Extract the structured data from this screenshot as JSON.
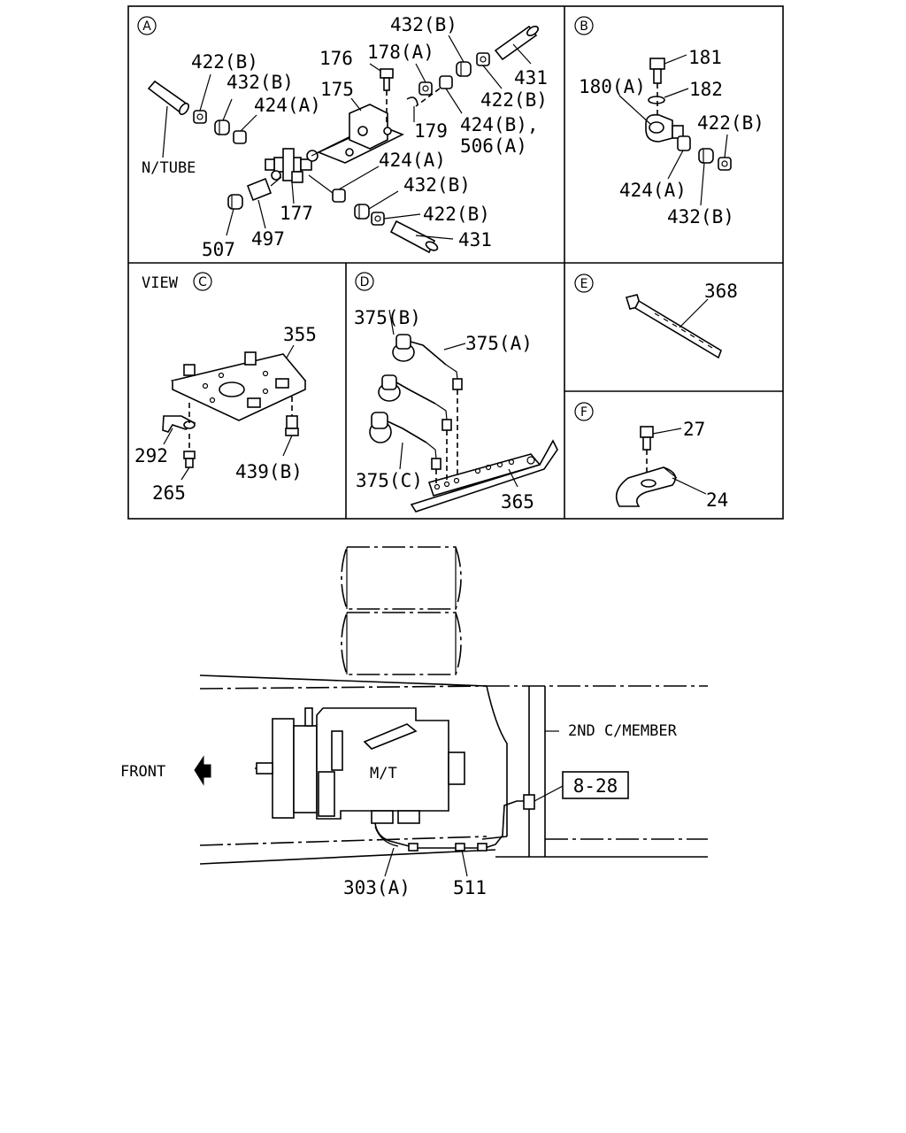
{
  "panels": {
    "a": {
      "letter": "A",
      "labels": {
        "l_432b_top": "432(B)",
        "l_178a": "178(A)",
        "l_176": "176",
        "l_431_top": "431",
        "l_422b_left": "422(B)",
        "l_432b_left": "432(B)",
        "l_175": "175",
        "l_422b_right": "422(B)",
        "l_424a_left": "424(A)",
        "l_179": "179",
        "l_424b_506a_1": "424(B),",
        "l_424b_506a_2": "506(A)",
        "l_ntube": "N/TUBE",
        "l_424a_mid": "424(A)",
        "l_432b_bottom": "432(B)",
        "l_422b_bottom": "422(B)",
        "l_177": "177",
        "l_431_bottom": "431",
        "l_507": "507",
        "l_497": "497"
      }
    },
    "b": {
      "letter": "B",
      "labels": {
        "l_181": "181",
        "l_180a": "180(A)",
        "l_182": "182",
        "l_422b": "422(B)",
        "l_424a": "424(A)",
        "l_432b": "432(B)"
      }
    },
    "c": {
      "view": "VIEW",
      "letter": "C",
      "labels": {
        "l_355": "355",
        "l_292": "292",
        "l_439b": "439(B)",
        "l_265": "265"
      }
    },
    "d": {
      "letter": "D",
      "labels": {
        "l_375b": "375(B)",
        "l_375a": "375(A)",
        "l_375c": "375(C)",
        "l_365": "365"
      }
    },
    "e": {
      "letter": "E",
      "labels": {
        "l_368": "368"
      }
    },
    "f": {
      "letter": "F",
      "labels": {
        "l_27": "27",
        "l_24": "24"
      }
    }
  },
  "main": {
    "front": "FRONT",
    "mt": "M/T",
    "member": "2ND C/MEMBER",
    "ref": "8-28",
    "l_303a": "303(A)",
    "l_511": "511"
  }
}
